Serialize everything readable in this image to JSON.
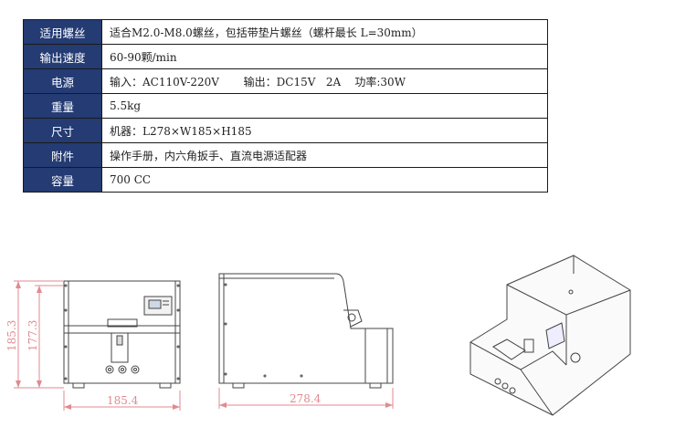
{
  "spec_table": {
    "rows": [
      {
        "label": "适用螺丝",
        "value": "适合M2.0-M8.0螺丝，包括带垫片螺丝（螺杆最长 L=30mm）"
      },
      {
        "label": "输出速度",
        "value": "60-90颗/min"
      },
      {
        "label": "电源",
        "value": "输入：AC110V-220V       输出：DC15V   2A    功率:30W"
      },
      {
        "label": "重量",
        "value": "5.5kg"
      },
      {
        "label": "尺寸",
        "value": "机器：L278×W185×H185"
      },
      {
        "label": "附件",
        "value": "操作手册，内六角扳手、直流电源适配器"
      },
      {
        "label": "容量",
        "value": "700 CC"
      }
    ]
  },
  "drawings": {
    "front_view": {
      "height_outer": "185.3",
      "height_inner": "177.3",
      "width": "185.4"
    },
    "side_view": {
      "length": "278.4"
    }
  },
  "colors": {
    "label_bg": "#243b73",
    "dimension": "#e08a90"
  }
}
